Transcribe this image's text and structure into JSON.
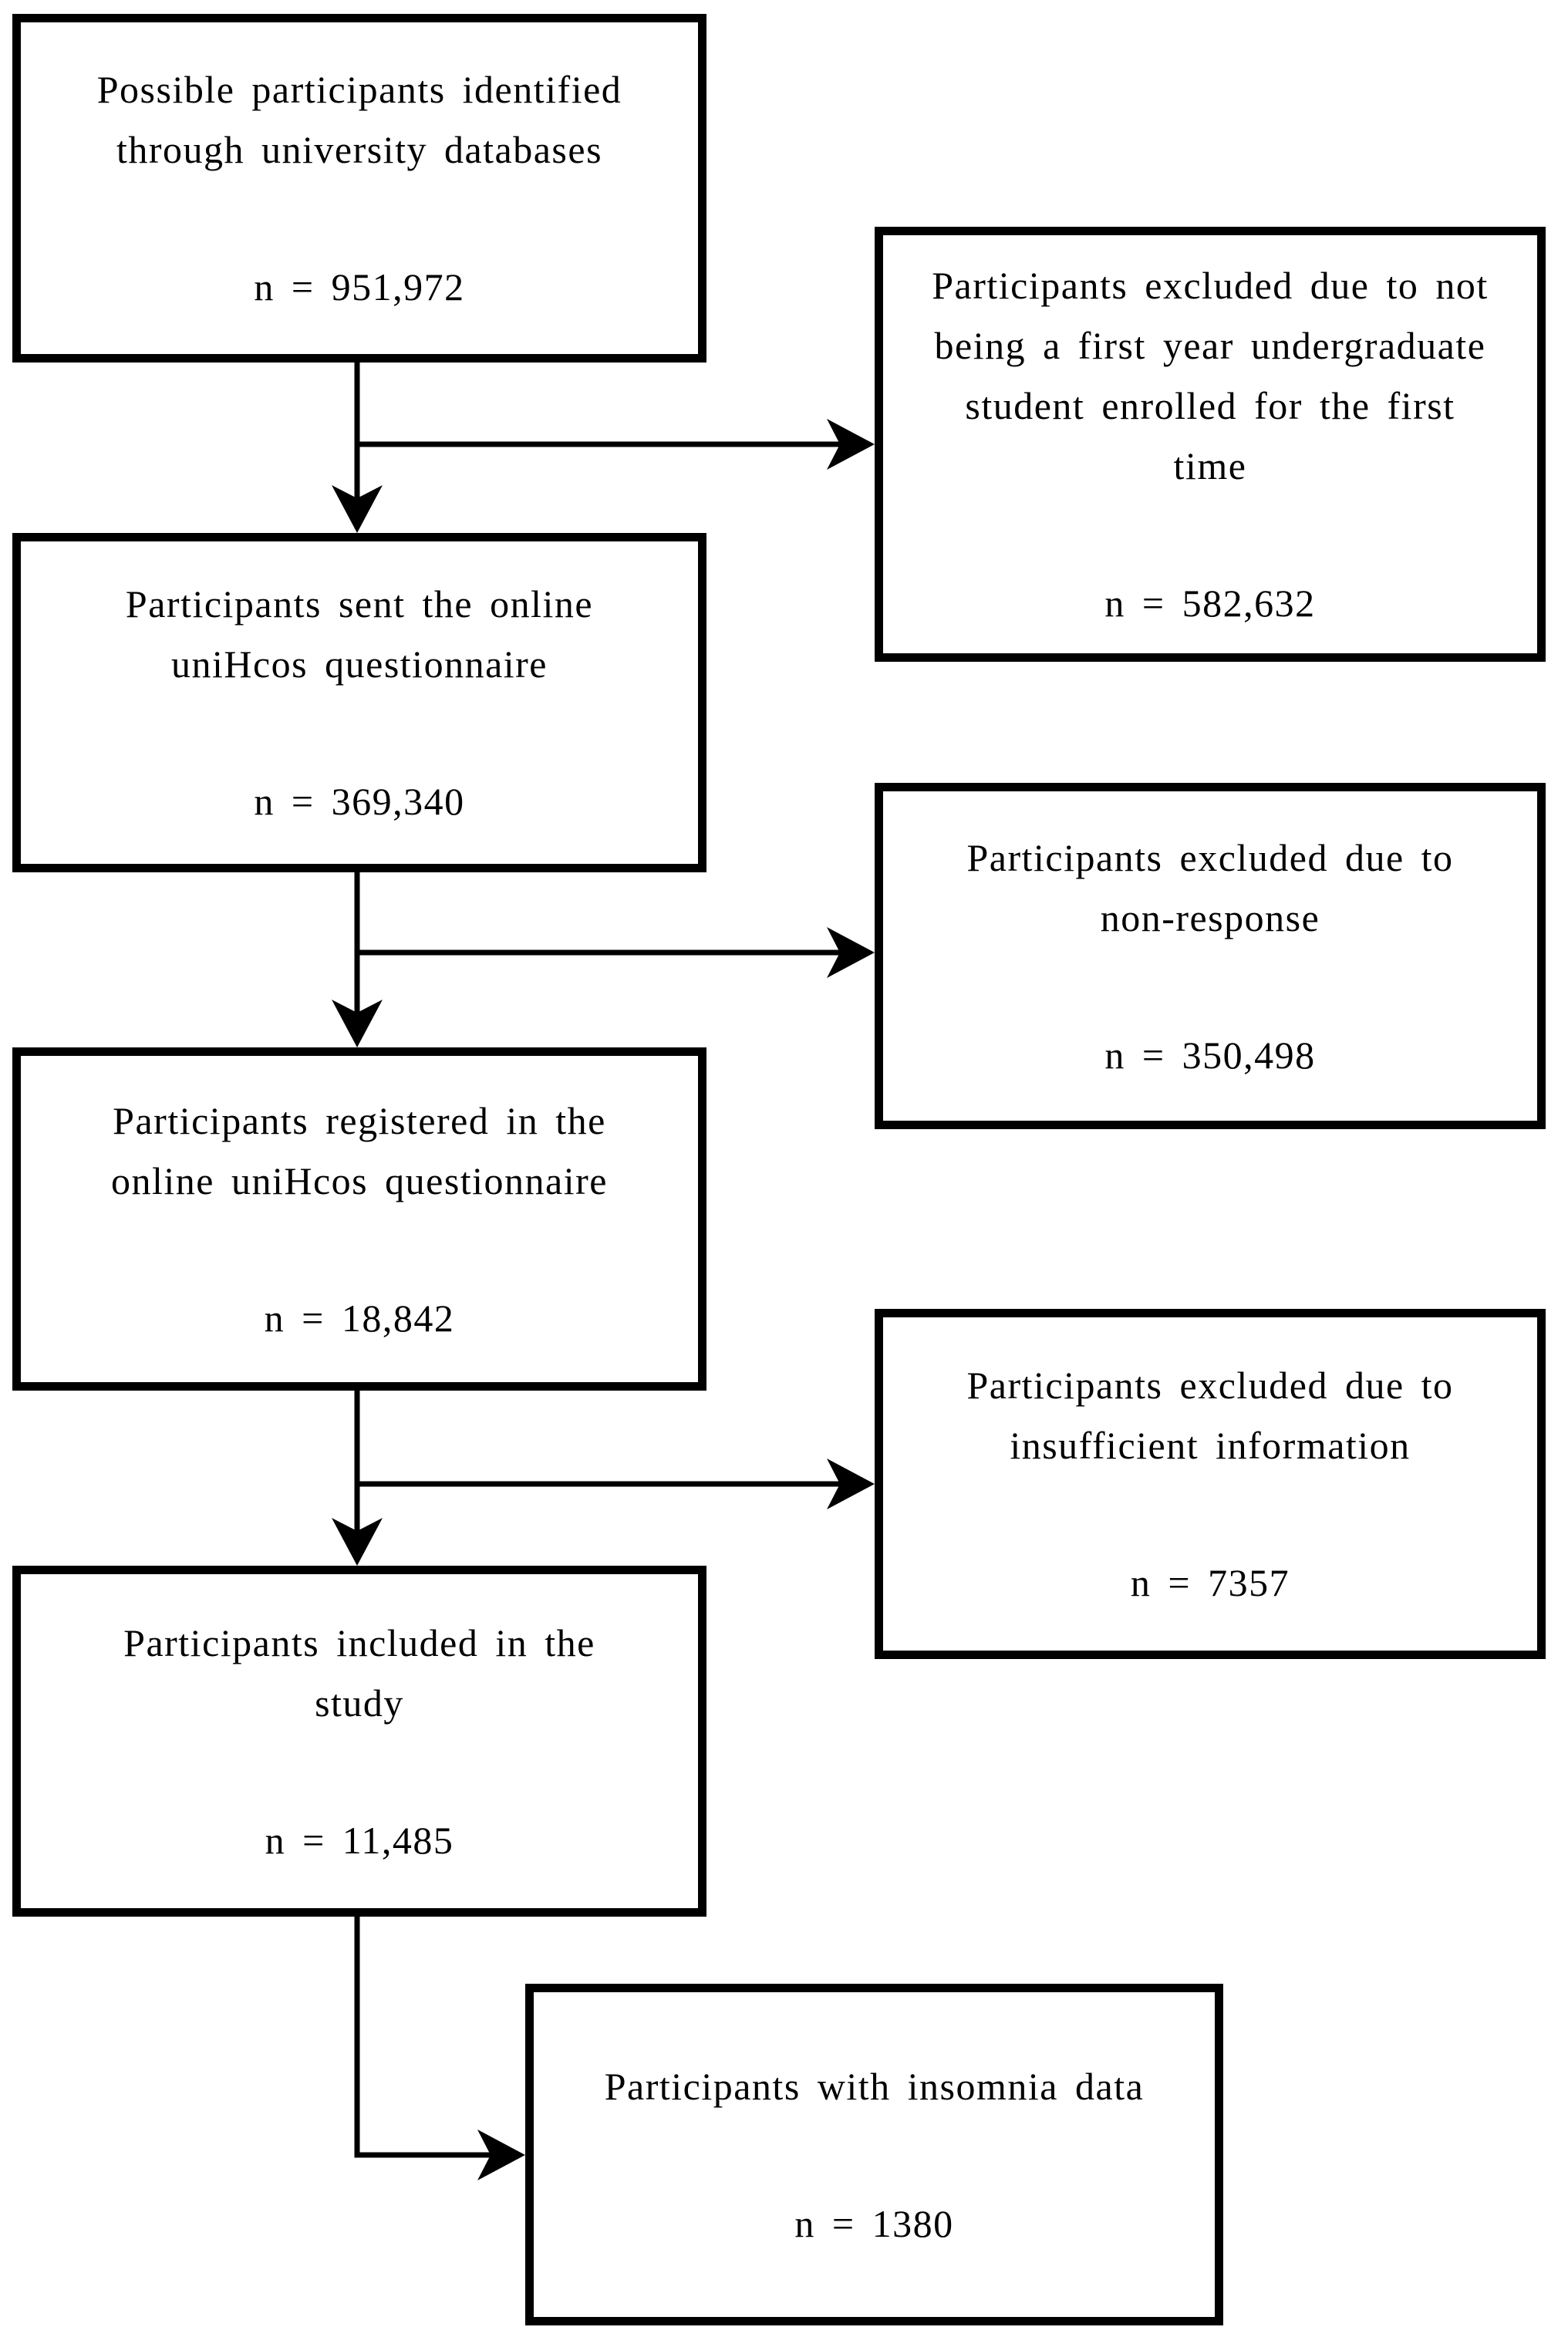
{
  "diagram": {
    "type": "participant-flow-chart",
    "colors": {
      "line": "#000000",
      "box_border": "#000000",
      "box_fill": "#ffffff",
      "text": "#000000",
      "background": "#ffffff"
    },
    "boxes": [
      {
        "id": "identified",
        "title": "Possible participants identified\nthrough university databases",
        "n": "n = 951,972"
      },
      {
        "id": "excluded_not_first_year",
        "title": "Participants excluded due to not\nbeing a first year undergraduate\nstudent enrolled for the first\ntime",
        "n": "n = 582,632"
      },
      {
        "id": "sent_questionnaire",
        "title": "Participants sent the online\nuniHcos questionnaire",
        "n": "n = 369,340"
      },
      {
        "id": "excluded_non_response",
        "title": "Participants excluded due to\nnon-response",
        "n": "n = 350,498"
      },
      {
        "id": "registered",
        "title": "Participants registered in the\nonline uniHcos questionnaire",
        "n": "n = 18,842"
      },
      {
        "id": "excluded_insufficient_information",
        "title": "Participants excluded due to\ninsufficient information",
        "n": "n = 7357"
      },
      {
        "id": "included_in_study",
        "title": "Participants included in the\nstudy",
        "n": "n = 11,485"
      },
      {
        "id": "insomnia_data",
        "title": "Participants with insomnia data",
        "n": "n = 1380"
      }
    ],
    "edges": [
      {
        "from": "identified",
        "to": "sent_questionnaire"
      },
      {
        "from": "identified",
        "to": "excluded_not_first_year"
      },
      {
        "from": "sent_questionnaire",
        "to": "registered"
      },
      {
        "from": "sent_questionnaire",
        "to": "excluded_non_response"
      },
      {
        "from": "registered",
        "to": "included_in_study"
      },
      {
        "from": "registered",
        "to": "excluded_insufficient_information"
      },
      {
        "from": "included_in_study",
        "to": "insomnia_data"
      }
    ]
  }
}
